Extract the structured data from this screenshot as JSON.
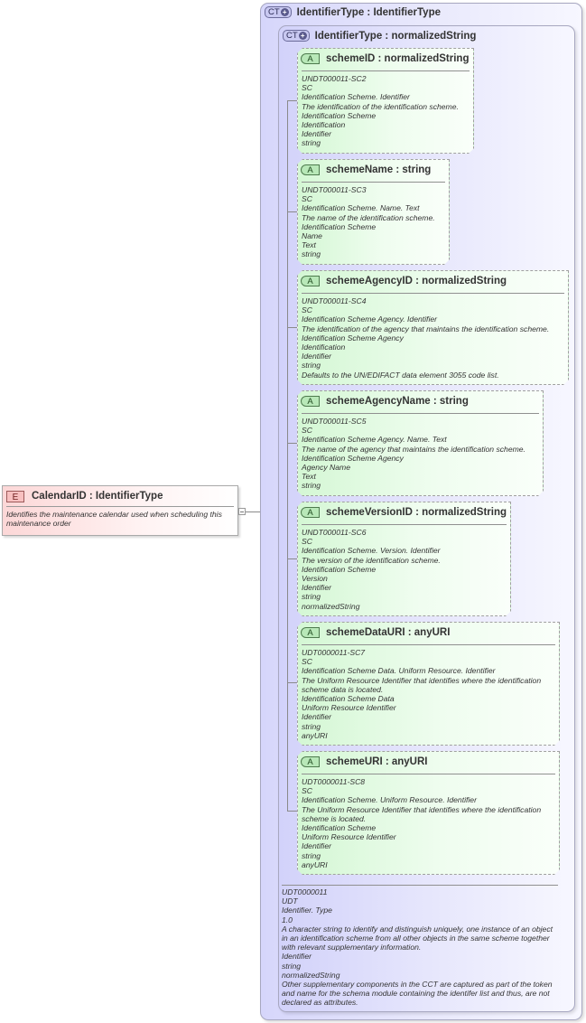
{
  "element": {
    "badge": "E",
    "title": "CalendarID : IdentifierType",
    "description": "Identifies the maintenance calendar used when scheduling this maintenance order"
  },
  "outer_type": {
    "badge": "CT",
    "title": "IdentifierType : IdentifierType"
  },
  "inner_type": {
    "badge": "CT",
    "title": "IdentifierType : normalizedString",
    "notes": [
      "UDT0000011",
      "UDT",
      "Identifier. Type",
      "1.0",
      "A character string to identify and distinguish uniquely, one instance of an object in an identification scheme from all other objects in the same scheme together with relevant supplementary information.",
      "Identifier",
      "string",
      "normalizedString",
      "Other supplementary components in the CCT are captured as part of the token and name for the schema module containing the identifer list and thus, are not declared as attributes."
    ]
  },
  "attributes": [
    {
      "badge": "A",
      "title": "schemeID : normalizedString",
      "lines": [
        "UNDT000011-SC2",
        "SC",
        "Identification Scheme. Identifier",
        "The identification of the identification scheme.",
        "Identification Scheme",
        "Identification",
        "Identifier",
        "string"
      ]
    },
    {
      "badge": "A",
      "title": "schemeName : string",
      "lines": [
        "UNDT000011-SC3",
        "SC",
        "Identification Scheme. Name. Text",
        "The name of the identification scheme.",
        "Identification Scheme",
        "Name",
        "Text",
        "string"
      ]
    },
    {
      "badge": "A",
      "title": "schemeAgencyID : normalizedString",
      "lines": [
        "UNDT000011-SC4",
        "SC",
        "Identification Scheme Agency. Identifier",
        "The identification of the agency that maintains the identification scheme.",
        "Identification Scheme Agency",
        "Identification",
        "Identifier",
        "string",
        "Defaults to the UN/EDIFACT data element 3055 code list."
      ]
    },
    {
      "badge": "A",
      "title": "schemeAgencyName : string",
      "lines": [
        "UNDT000011-SC5",
        "SC",
        "Identification Scheme Agency. Name. Text",
        "The name of the agency that maintains the identification scheme.",
        "Identification Scheme Agency",
        "Agency Name",
        "Text",
        "string"
      ]
    },
    {
      "badge": "A",
      "title": "schemeVersionID : normalizedString",
      "lines": [
        "UNDT000011-SC6",
        "SC",
        "Identification Scheme. Version. Identifier",
        "The version of the identification scheme.",
        "Identification Scheme",
        "Version",
        "Identifier",
        "string",
        "normalizedString"
      ]
    },
    {
      "badge": "A",
      "title": "schemeDataURI : anyURI",
      "lines": [
        "UDT0000011-SC7",
        "SC",
        "Identification Scheme Data. Uniform Resource. Identifier",
        "The Uniform Resource Identifier that identifies where the identification scheme data is located.",
        "Identification Scheme Data",
        "Uniform Resource Identifier",
        "Identifier",
        "string",
        "anyURI"
      ]
    },
    {
      "badge": "A",
      "title": "schemeURI : anyURI",
      "lines": [
        "UDT0000011-SC8",
        "SC",
        "Identification Scheme. Uniform Resource. Identifier",
        "The Uniform Resource Identifier that identifies where the identification scheme is located.",
        "Identification Scheme",
        "Uniform Resource Identifier",
        "Identifier",
        "string",
        "anyURI"
      ]
    }
  ]
}
